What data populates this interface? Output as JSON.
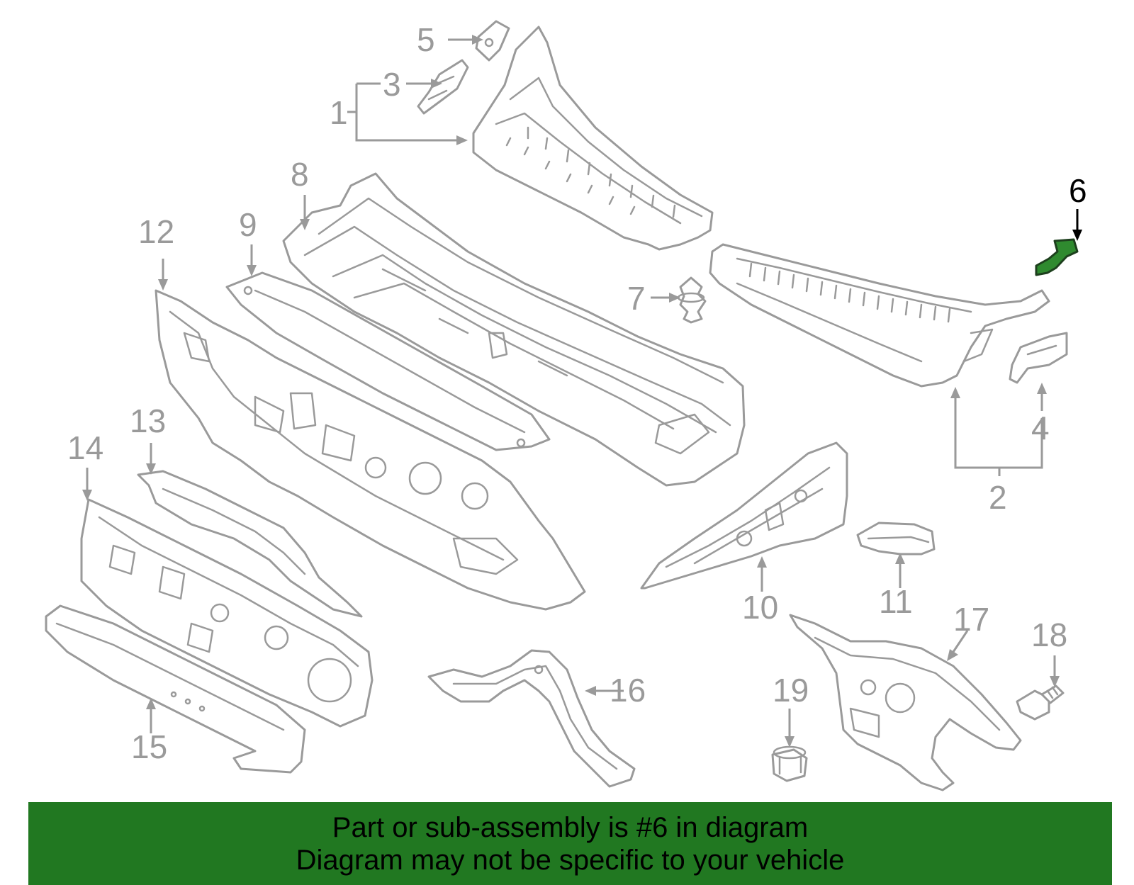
{
  "callouts": {
    "c1": "1",
    "c2": "2",
    "c3": "3",
    "c4": "4",
    "c5": "5",
    "c6": "6",
    "c7": "7",
    "c8": "8",
    "c9": "9",
    "c10": "10",
    "c11": "11",
    "c12": "12",
    "c13": "13",
    "c14": "14",
    "c15": "15",
    "c16": "16",
    "c17": "17",
    "c18": "18",
    "c19": "19"
  },
  "highlighted_part": "6",
  "colors": {
    "line": "#9a9a9a",
    "highlight": "#2f8a2f",
    "banner": "#217821"
  },
  "banner": {
    "line1": "Part or sub-assembly is #6 in diagram",
    "line2": "Diagram may not be specific to your vehicle"
  }
}
